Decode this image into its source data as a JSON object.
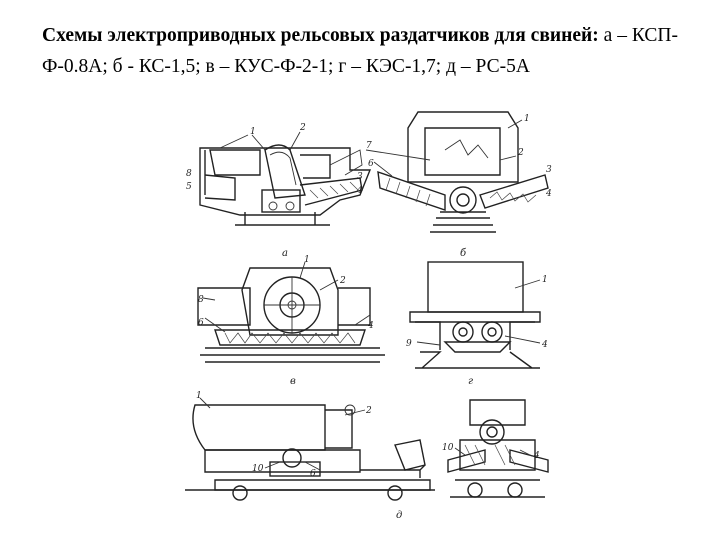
{
  "caption": {
    "title_bold": "Схемы электроприводных рельсовых раздатчиков для свиней:",
    "variants": "а – КСП-Ф-0.8А; б - КС-1,5; в – КУС-Ф-2-1; г – КЭС-1,7; д – РС-5А"
  },
  "figure": {
    "panels": [
      {
        "id": "a",
        "sub_label": "а",
        "numbers": [
          "1",
          "2",
          "3",
          "4",
          "5",
          "8"
        ]
      },
      {
        "id": "b",
        "sub_label": "б",
        "numbers": [
          "1",
          "2",
          "3",
          "4",
          "6",
          "7"
        ]
      },
      {
        "id": "v",
        "sub_label": "в",
        "numbers": [
          "1",
          "2",
          "4",
          "6",
          "8"
        ]
      },
      {
        "id": "g",
        "sub_label": "г",
        "numbers": [
          "1",
          "4",
          "9"
        ]
      },
      {
        "id": "d",
        "sub_label": "д",
        "numbers": [
          "1",
          "2",
          "6",
          "10",
          "10",
          "4"
        ]
      }
    ]
  }
}
